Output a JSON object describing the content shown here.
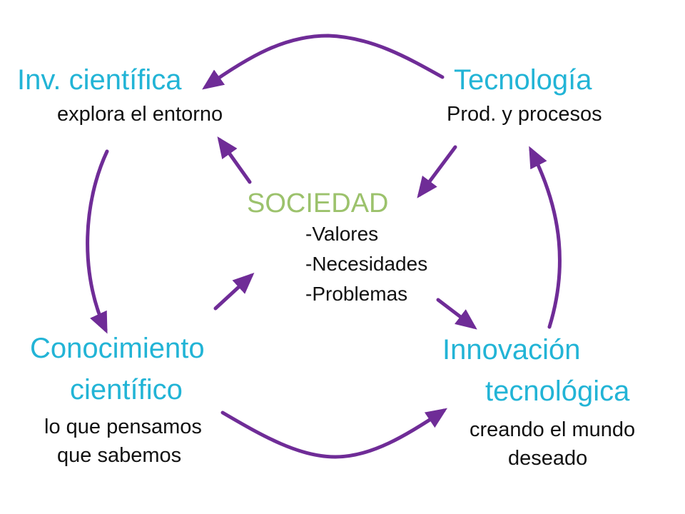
{
  "colors": {
    "title": "#22b4d6",
    "center_title": "#9cc26c",
    "text": "#111111",
    "arrow": "#6f2c97",
    "background": "#ffffff"
  },
  "nodes": {
    "inv": {
      "title": "Inv. científica",
      "subtitle": "explora el entorno"
    },
    "tec": {
      "title": "Tecnología",
      "subtitle": "Prod. y procesos"
    },
    "con": {
      "title_line1": "Conocimiento",
      "title_line2": "científico",
      "subtitle_line1": "lo que pensamos",
      "subtitle_line2": "que sabemos"
    },
    "innov": {
      "title_line1": "Innovación",
      "title_line2": "tecnológica",
      "subtitle_line1": "creando el mundo",
      "subtitle_line2": "deseado"
    }
  },
  "center": {
    "title": "SOCIEDAD",
    "items": [
      "-Valores",
      "-Necesidades",
      "-Problemas"
    ]
  },
  "arrows": [
    {
      "from": "Tecnología",
      "to": "Inv. científica"
    },
    {
      "from": "Inv. científica",
      "to": "Conocimiento científico"
    },
    {
      "from": "Conocimiento científico",
      "to": "Innovación tecnológica"
    },
    {
      "from": "Innovación tecnológica",
      "to": "Tecnología"
    },
    {
      "from": "SOCIEDAD",
      "to": "Inv. científica"
    },
    {
      "from": "Tecnología",
      "to": "SOCIEDAD"
    },
    {
      "from": "Conocimiento científico",
      "to": "SOCIEDAD"
    },
    {
      "from": "SOCIEDAD",
      "to": "Innovación tecnológica"
    }
  ]
}
